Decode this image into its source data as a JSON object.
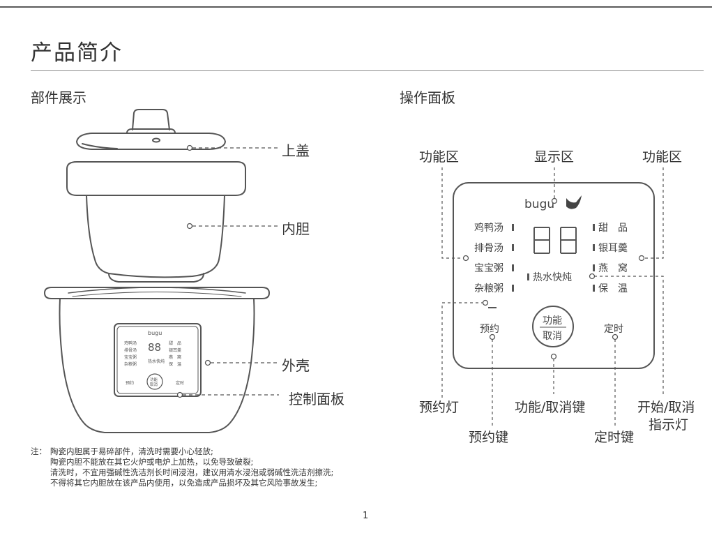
{
  "page_title": "产品简介",
  "sections": {
    "parts": "部件展示",
    "panel": "操作面板"
  },
  "part_labels": {
    "lid": "上盖",
    "inner_pot": "内胆",
    "shell": "外壳",
    "control_panel": "控制面板"
  },
  "panel": {
    "brand": "bugu",
    "display": "88",
    "left_functions": [
      "鸡鸭汤",
      "排骨汤",
      "宝宝粥",
      "杂粮粥"
    ],
    "right_functions": [
      "甜　品",
      "银耳羹",
      "燕　窝",
      "保　温"
    ],
    "center_function": "热水快炖",
    "reserve_label": "预约",
    "timer_label": "定时",
    "func_button": [
      "功能",
      "取消"
    ]
  },
  "panel_labels": {
    "func_area_left": "功能区",
    "display_area": "显示区",
    "func_area_right": "功能区",
    "reserve_light": "预约灯",
    "func_cancel_key": "功能/取消键",
    "start_cancel_light_1": "开始/取消",
    "start_cancel_light_2": "指示灯",
    "reserve_key": "预约键",
    "timer_key": "定时键"
  },
  "notes": {
    "prefix": "注：",
    "lines": [
      "陶瓷内胆属于易碎部件，清洗时需要小心轻放;",
      "陶瓷内胆不能放在其它火炉或电炉上加热，以免导致破裂;",
      "清洗时，不宜用强碱性洗洁剂长时间浸泡，建议用清水浸泡或弱碱性洗洁剂擦洗;",
      "不得将其它内胆放在该产品内使用，以免造成产品损坏及其它风险事故发生;"
    ]
  },
  "page_number": "1"
}
